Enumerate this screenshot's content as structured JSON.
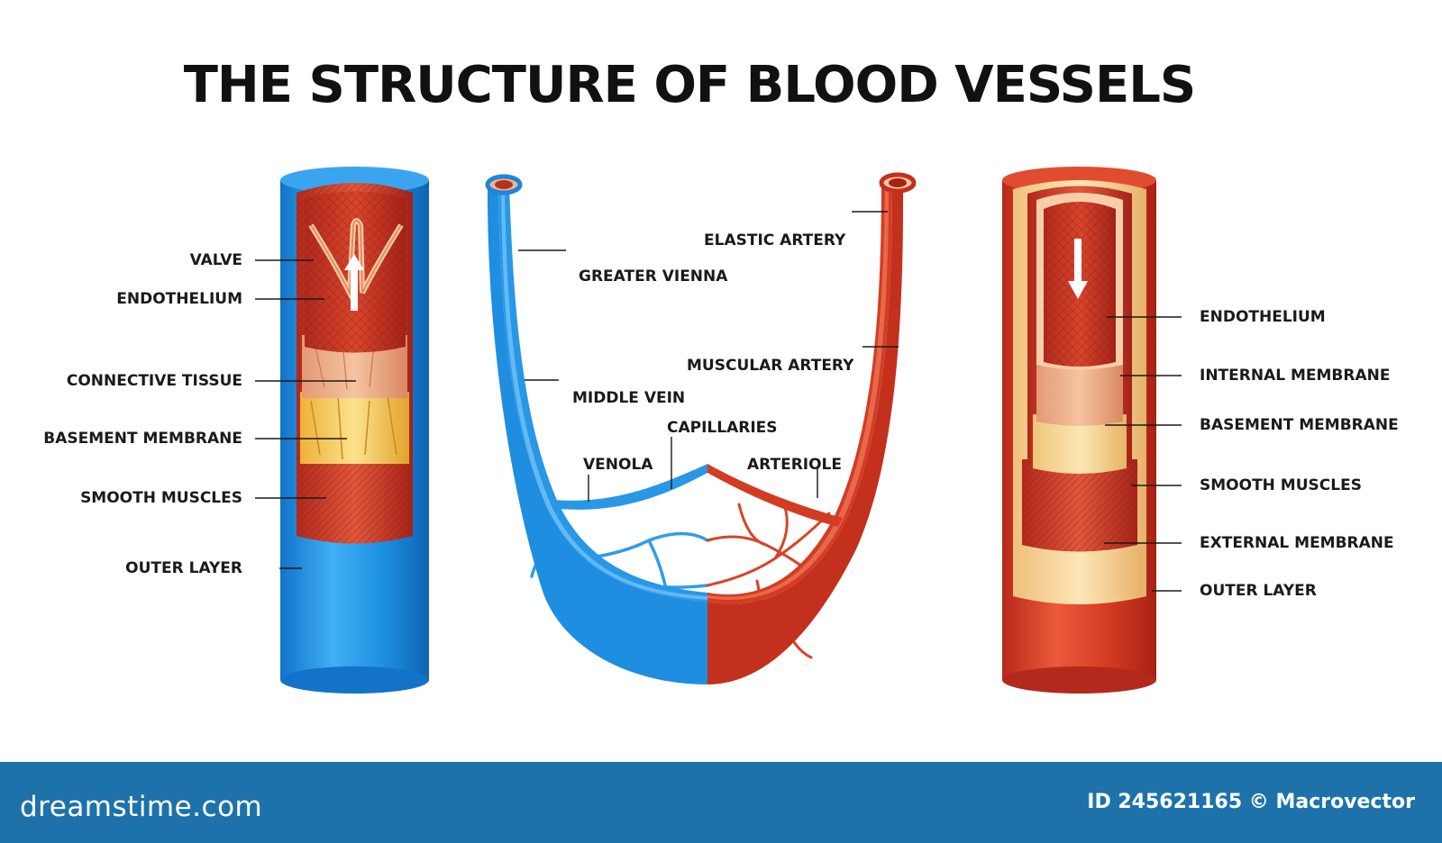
{
  "title": "THE STRUCTURE OF BLOOD VESSELS",
  "vein_labels": [
    "VALVE",
    "ENDOTHELIUM",
    "CONNECTIVE TISSUE",
    "BASEMENT MEMBRANE",
    "SMOOTH MUSCLES",
    "OUTER LAYER"
  ],
  "network_labels": {
    "elastic_artery": "ELASTIC ARTERY",
    "greater_vienna": "GREATER VIENNA",
    "muscular_artery": "MUSCULAR ARTERY",
    "middle_vein": "MIDDLE VEIN",
    "capillaries": "CAPILLARIES",
    "venola": "VENOLA",
    "arteriole": "ARTERIOLE"
  },
  "artery_labels": [
    "ENDOTHELIUM",
    "INTERNAL  MEMBRANE",
    "BASEMENT MEMBRANE",
    "SMOOTH MUSCLES",
    "EXTERNAL MEMBRANE",
    "OUTER LAYER"
  ],
  "footer": {
    "brand": "dreamstime.com",
    "id_text": "ID 245621165 © Macrovector"
  },
  "colors": {
    "vein_blue": "#1f8ee0",
    "artery_red": "#d23b22",
    "footer_blue": "#1d73a9"
  }
}
